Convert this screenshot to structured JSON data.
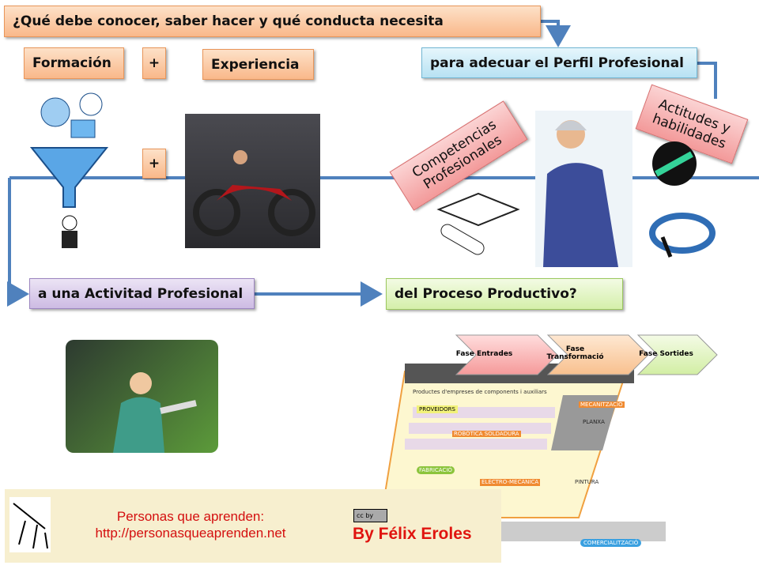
{
  "title": "¿Qué debe conocer, saber hacer y qué conducta necesita",
  "formacion": "Formación",
  "plus1": "+",
  "plus2": "+",
  "experiencia": "Experiencia",
  "perfil": "para adecuar el Perfil Profesional",
  "competencias": "Competencias Profesionales",
  "actitudes": "Actitudes y habilidades",
  "actividad": "a una Activitad Profesional",
  "proceso": "del Proceso Productivo?",
  "phases": [
    "Fase Entrades",
    "Fase Transformació",
    "Fase Sortides"
  ],
  "factory_labels": {
    "proveidors": "PROVEIDORS",
    "fabricacio": "FABRICACIÓ",
    "mecanitzacio": "MECANITZACIÓ",
    "robotica": "ROBÒTICA SOLDADURA",
    "electro": "ELECTRO-MECÀNICA",
    "comercial": "COMERCIALITZACIÓ",
    "pintura": "PINTURA",
    "planxa": "PLANXA",
    "productes": "Productes d'empreses de components i auxiliars"
  },
  "footer": {
    "line1": "Personas que aprenden:",
    "line2": "http://personasqueaprenden.net",
    "author": "By Félix Eroles",
    "license": "cc by"
  }
}
